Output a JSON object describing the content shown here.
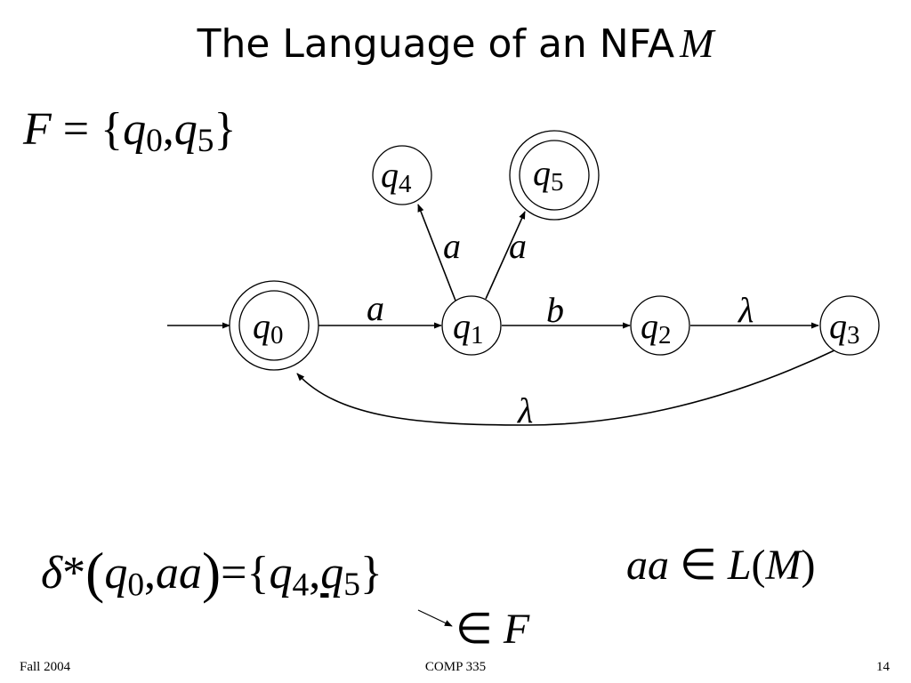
{
  "title": {
    "text": "The Language of an NFA",
    "symbol": "M"
  },
  "final_set": {
    "F": "F",
    "eq": "=",
    "open": "{",
    "s1_base": "q",
    "s1_sub": "0",
    "comma": ",",
    "s2_base": "q",
    "s2_sub": "5",
    "close": "}"
  },
  "diagram": {
    "states": [
      {
        "id": "q0",
        "base": "q",
        "sub": "0",
        "accepting": true,
        "initial": true
      },
      {
        "id": "q1",
        "base": "q",
        "sub": "1",
        "accepting": false
      },
      {
        "id": "q2",
        "base": "q",
        "sub": "2",
        "accepting": false
      },
      {
        "id": "q3",
        "base": "q",
        "sub": "3",
        "accepting": false
      },
      {
        "id": "q4",
        "base": "q",
        "sub": "4",
        "accepting": false
      },
      {
        "id": "q5",
        "base": "q",
        "sub": "5",
        "accepting": true
      }
    ],
    "transitions": [
      {
        "from": "q0",
        "to": "q1",
        "label": "a"
      },
      {
        "from": "q1",
        "to": "q2",
        "label": "b"
      },
      {
        "from": "q2",
        "to": "q3",
        "label": "λ"
      },
      {
        "from": "q1",
        "to": "q4",
        "label": "a"
      },
      {
        "from": "q1",
        "to": "q5",
        "label": "a"
      },
      {
        "from": "q3",
        "to": "q0",
        "label": "λ"
      }
    ]
  },
  "delta_eq": {
    "delta": "δ",
    "star": "*",
    "lparen": "(",
    "arg1_base": "q",
    "arg1_sub": "0",
    "comma": ",",
    "arg2": "aa",
    "rparen": ")",
    "eq": "=",
    "open": "{",
    "r1_base": "q",
    "r1_sub": "4",
    "comma2": ",",
    "r2_base": "q",
    "r2_sub": "5",
    "close": "}"
  },
  "membership": {
    "word": "aa",
    "in": "∈",
    "L": "L",
    "lparen": "(",
    "M": "M",
    "rparen": ")"
  },
  "in_F": {
    "in": "∈",
    "F": "F"
  },
  "footer": {
    "left": "Fall 2004",
    "center": "COMP 335",
    "right": "14"
  },
  "colors": {
    "ink": "#000000",
    "background": "#ffffff"
  }
}
